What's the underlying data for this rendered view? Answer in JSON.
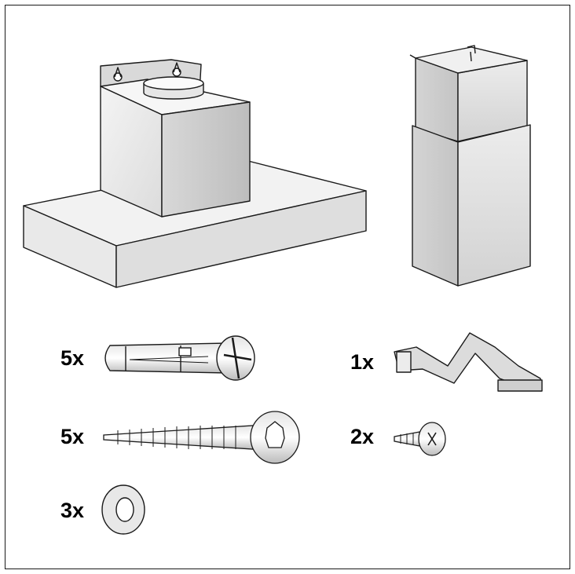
{
  "parts": {
    "hood": {
      "icon": "cooker-hood-icon"
    },
    "chimney": {
      "icon": "chimney-duct-icon"
    },
    "wall_plug": {
      "quantity": "5x",
      "icon": "wall-plug-icon"
    },
    "long_screw": {
      "quantity": "5x",
      "icon": "long-screw-icon"
    },
    "washer": {
      "quantity": "3x",
      "icon": "washer-icon"
    },
    "bracket": {
      "quantity": "1x",
      "icon": "bracket-icon"
    },
    "short_screw": {
      "quantity": "2x",
      "icon": "short-screw-icon"
    }
  },
  "colors": {
    "outline": "#1a1a1a",
    "metal_light": "#efefef",
    "metal_mid": "#d6d6d6",
    "metal_dark": "#b8b8b8"
  }
}
